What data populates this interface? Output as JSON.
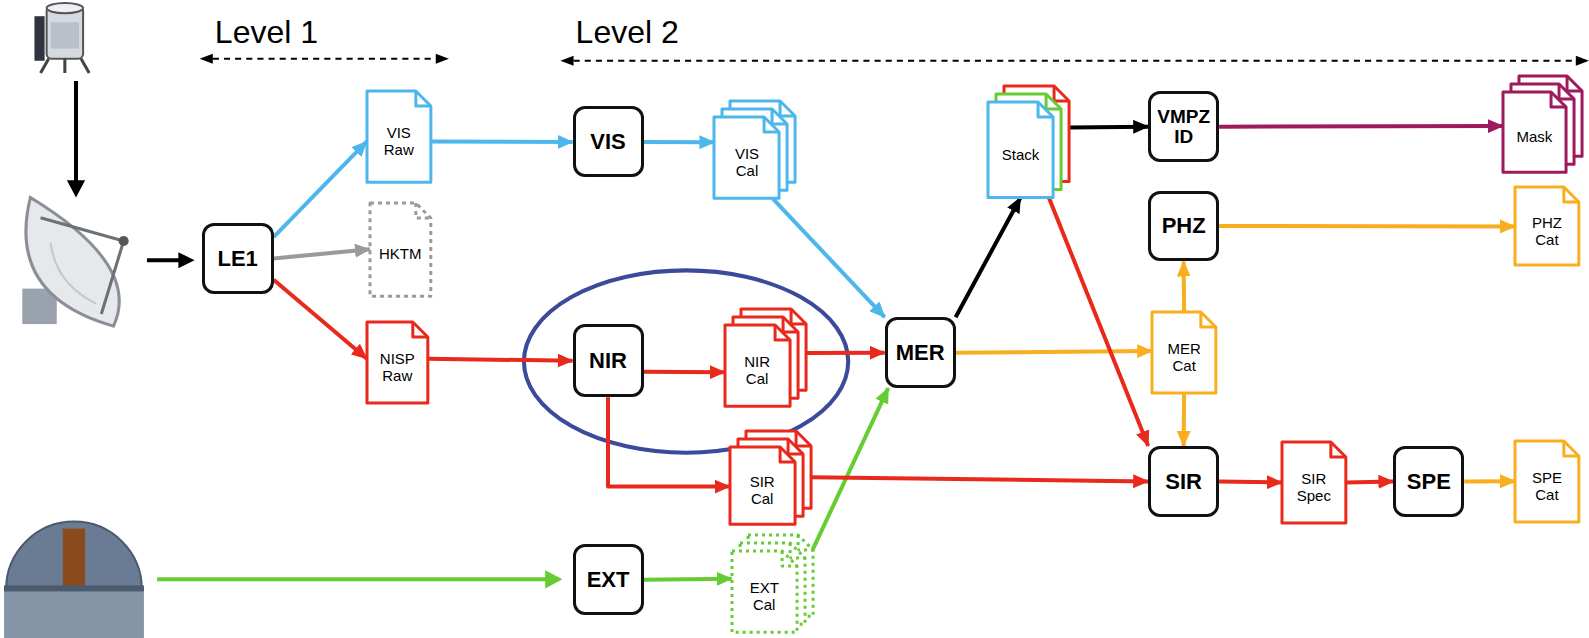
{
  "diagram": {
    "nodes": [
      {
        "text": [
          "LE1"
        ]
      },
      {
        "text": [
          "VIS Raw"
        ]
      },
      {
        "text": [
          "HKTM"
        ]
      },
      {
        "text": [
          "NISP Raw"
        ]
      },
      {
        "text": [
          "VIS"
        ]
      },
      {
        "text": [
          "NIR"
        ]
      },
      {
        "text": [
          "EXT"
        ]
      },
      {
        "text": [
          "VIS Cal"
        ]
      },
      {
        "text": [
          "NIR Cal"
        ]
      },
      {
        "text": [
          "SIR Cal"
        ]
      },
      {
        "text": [
          "EXT Cal"
        ]
      },
      {
        "text": [
          "MER"
        ]
      },
      {
        "text": [
          "Stack"
        ]
      },
      {
        "text": [
          "MER Cat"
        ]
      },
      {
        "text": [
          "VMPZ ID"
        ]
      },
      {
        "text": [
          "PHZ"
        ]
      },
      {
        "text": [
          "SIR"
        ]
      },
      {
        "text": [
          "SIR Spec"
        ]
      },
      {
        "text": [
          "SPE"
        ]
      },
      {
        "text": [
          "Mask"
        ]
      },
      {
        "text": [
          "PHZ Cat"
        ]
      },
      {
        "text": [
          "SPE Cat"
        ]
      }
    ],
    "edges": [
      {
        "from": 0,
        "to": 1,
        "arrow": "to"
      },
      {
        "from": 0,
        "to": 2,
        "arrow": "to"
      },
      {
        "from": 0,
        "to": 3,
        "arrow": "to"
      },
      {
        "from": 1,
        "to": 4,
        "arrow": "to"
      },
      {
        "from": 3,
        "to": 5,
        "arrow": "to"
      },
      {
        "from": 4,
        "to": 7,
        "arrow": "to"
      },
      {
        "from": 5,
        "to": 8,
        "arrow": "to"
      },
      {
        "from": 5,
        "to": 9,
        "arrow": "to"
      },
      {
        "from": 6,
        "to": 10,
        "arrow": "to"
      },
      {
        "from": 7,
        "to": 11,
        "arrow": "to"
      },
      {
        "from": 8,
        "to": 11,
        "arrow": "to"
      },
      {
        "from": 10,
        "to": 11,
        "arrow": "to"
      },
      {
        "from": 11,
        "to": 12,
        "arrow": "to"
      },
      {
        "from": 11,
        "to": 13,
        "arrow": "to"
      },
      {
        "from": 12,
        "to": 14,
        "arrow": "to"
      },
      {
        "from": 12,
        "to": 16,
        "arrow": "to"
      },
      {
        "from": 13,
        "to": 15,
        "arrow": "to"
      },
      {
        "from": 13,
        "to": 16,
        "arrow": "to"
      },
      {
        "from": 9,
        "to": 16,
        "arrow": "to"
      },
      {
        "from": 14,
        "to": 19,
        "arrow": "to"
      },
      {
        "from": 15,
        "to": 20,
        "arrow": "to"
      },
      {
        "from": 16,
        "to": 17,
        "arrow": "to"
      },
      {
        "from": 17,
        "to": 18,
        "arrow": "to"
      },
      {
        "from": 18,
        "to": 21,
        "arrow": "to"
      }
    ],
    "labels": [
      "Level 1",
      "Level 2"
    ]
  }
}
